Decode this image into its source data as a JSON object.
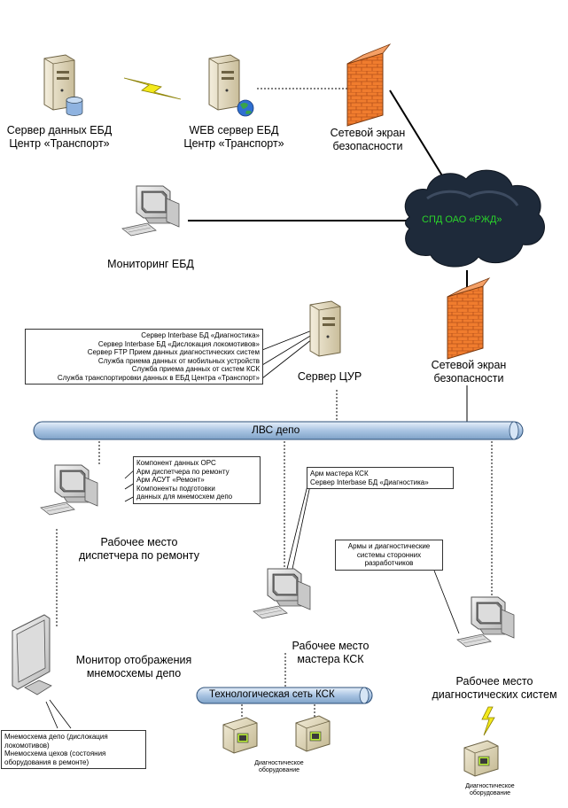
{
  "nodes": {
    "data_server": {
      "line1": "Сервер данных ЕБД",
      "line2": "Центр «Транспорт»"
    },
    "web_server": {
      "line1": "WEB сервер ЕБД",
      "line2": "Центр «Транспорт»"
    },
    "firewall_top": {
      "line1": "Сетевой экран",
      "line2": "безопасности"
    },
    "monitoring": {
      "label": "Мониторинг ЕБД"
    },
    "cloud": {
      "label": "СПД ОАО «РЖД»"
    },
    "cur_server": {
      "label": "Сервер ЦУР"
    },
    "firewall_mid": {
      "line1": "Сетевой экран",
      "line2": "безопасности"
    },
    "lan": {
      "label": "ЛВС депо"
    },
    "dispatcher_ws": {
      "line1": "Рабочее место",
      "line2": "диспетчера по ремонту"
    },
    "ksk_ws": {
      "line1": "Рабочее место",
      "line2": "мастера КСК"
    },
    "diag_ws": {
      "line1": "Рабочее место",
      "line2": "диагностических систем"
    },
    "monitor_display": {
      "line1": "Монитор отображения",
      "line2": "мнемосхемы депо"
    },
    "tech_net": {
      "label": "Технологическая сеть КСК"
    },
    "diag_equipment_1": {
      "line1": "Диагностическое",
      "line2": "оборудование"
    },
    "diag_equipment_2": {
      "line1": "Диагностическое",
      "line2": "оборудование"
    }
  },
  "notes": {
    "cur_services": [
      "Сервер Interbase БД «Диагностика»",
      "Сервер Interbase БД «Дислокация локомотивов»",
      "Сервер FTP Прием данных диагностических систем",
      "Служба приема данных от мобильных устройств",
      "Служба приема данных от систем КСК",
      "Служба транспортировки данных в ЕБД Центра «Транспорт»"
    ],
    "dispatcher_components": [
      "Компонент данных OPC",
      "Арм диспетчера по ремонту",
      "Арм АСУТ «Ремонт»",
      "Компоненты подготовки",
      "данных для мнемосхем депо"
    ],
    "ksk_master": [
      "Арм мастера КСК",
      "Сервер Interbase БД «Диагностика»"
    ],
    "third_party": [
      "Армы и диагностические",
      "системы сторонних",
      "разработчиков"
    ],
    "mnemo": [
      "Мнемосхема депо (дислокация",
      "локомотивов)",
      "Мнемосхема цехов (состояния",
      "оборудования в ремонте)"
    ]
  },
  "colors": {
    "bus_fill": "#bcd3ea",
    "bus_stroke": "#2c4f78",
    "firewall": "#f07c2e",
    "cloud": "#1e2a3a",
    "cloud_label": "#2ad52a",
    "lightning": "#f4ea1c",
    "server_body": "#e6dcc0"
  },
  "icons": [
    "server-icon",
    "database-icon",
    "globe-icon",
    "firewall-icon",
    "cloud-icon",
    "workstation-icon",
    "monitor-icon",
    "equipment-icon",
    "lightning-icon"
  ]
}
